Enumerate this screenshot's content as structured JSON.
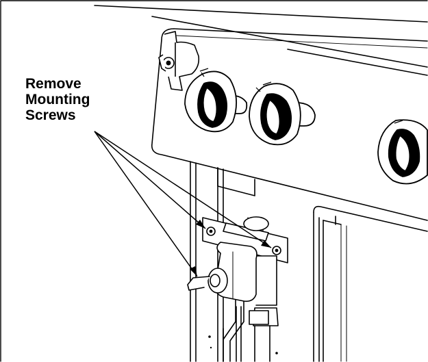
{
  "callout": {
    "lines": [
      "Remove",
      "Mounting",
      "Screws"
    ]
  },
  "colors": {
    "ink": "#000000",
    "paper": "#ffffff",
    "shade": "#1a1a1a"
  },
  "parts": {
    "icons": [
      "wing-knob-icon",
      "control-knob-icon",
      "mounting-screw-icon",
      "gas-valve-icon"
    ]
  }
}
